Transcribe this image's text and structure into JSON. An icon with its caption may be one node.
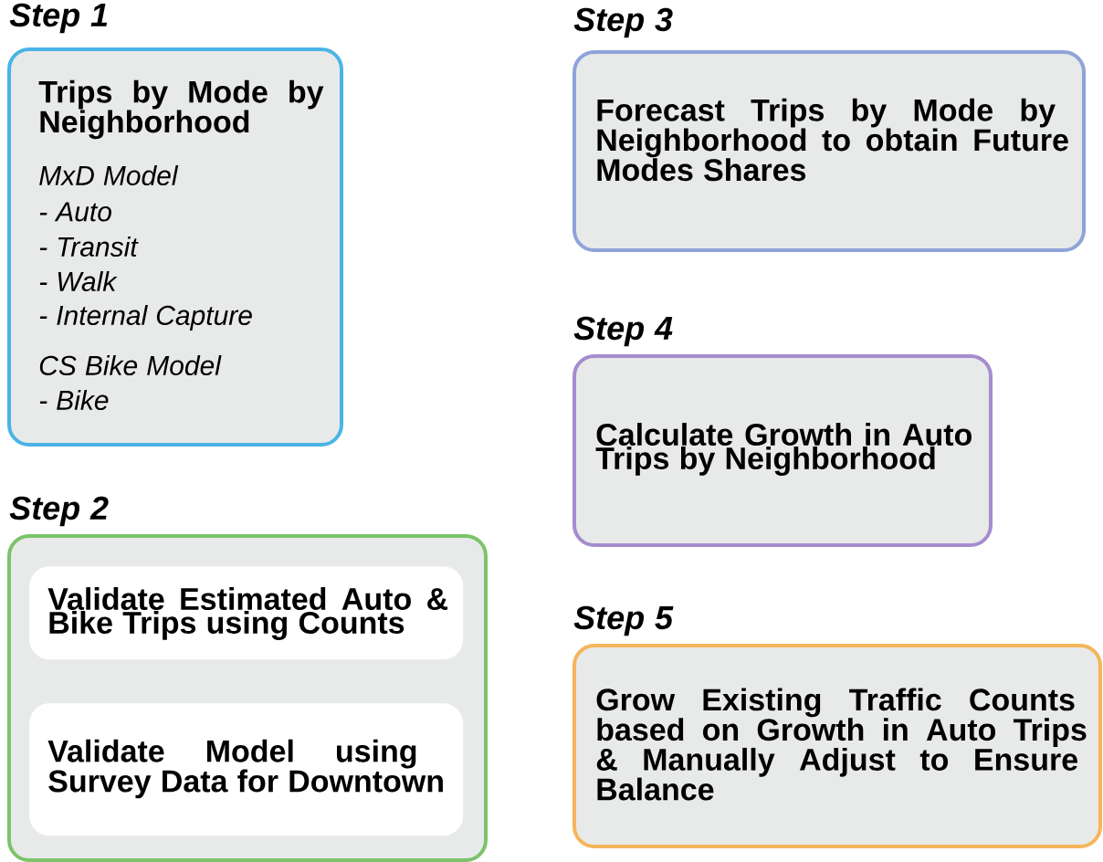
{
  "diagram": {
    "nodes": [
      {
        "text": [
          "Step 1",
          "Trips by Mode by Neighborhood",
          "MxD Model",
          "- Auto",
          "- Transit",
          "- Walk",
          "- Internal Capture",
          "CS Bike Model",
          "- Bike"
        ]
      },
      {
        "text": [
          "Step 2"
        ]
      },
      {
        "text": [
          "Validate Estimated Auto & Bike Trips using Counts"
        ],
        "in": 1
      },
      {
        "text": [
          "Validate Model using Survey Data for Downtown"
        ],
        "in": 1
      },
      {
        "text": [
          "Step 3",
          "Forecast Trips by Mode by Neighborhood to obtain Future Modes Shares"
        ]
      },
      {
        "text": [
          "Step 4",
          "Calculate Growth in Auto Trips by Neighborhood"
        ]
      },
      {
        "text": [
          "Step 5",
          "Grow Existing Traffic Counts based on Growth in Auto Trips & Manually Adjust to Ensure Balance"
        ]
      }
    ]
  }
}
